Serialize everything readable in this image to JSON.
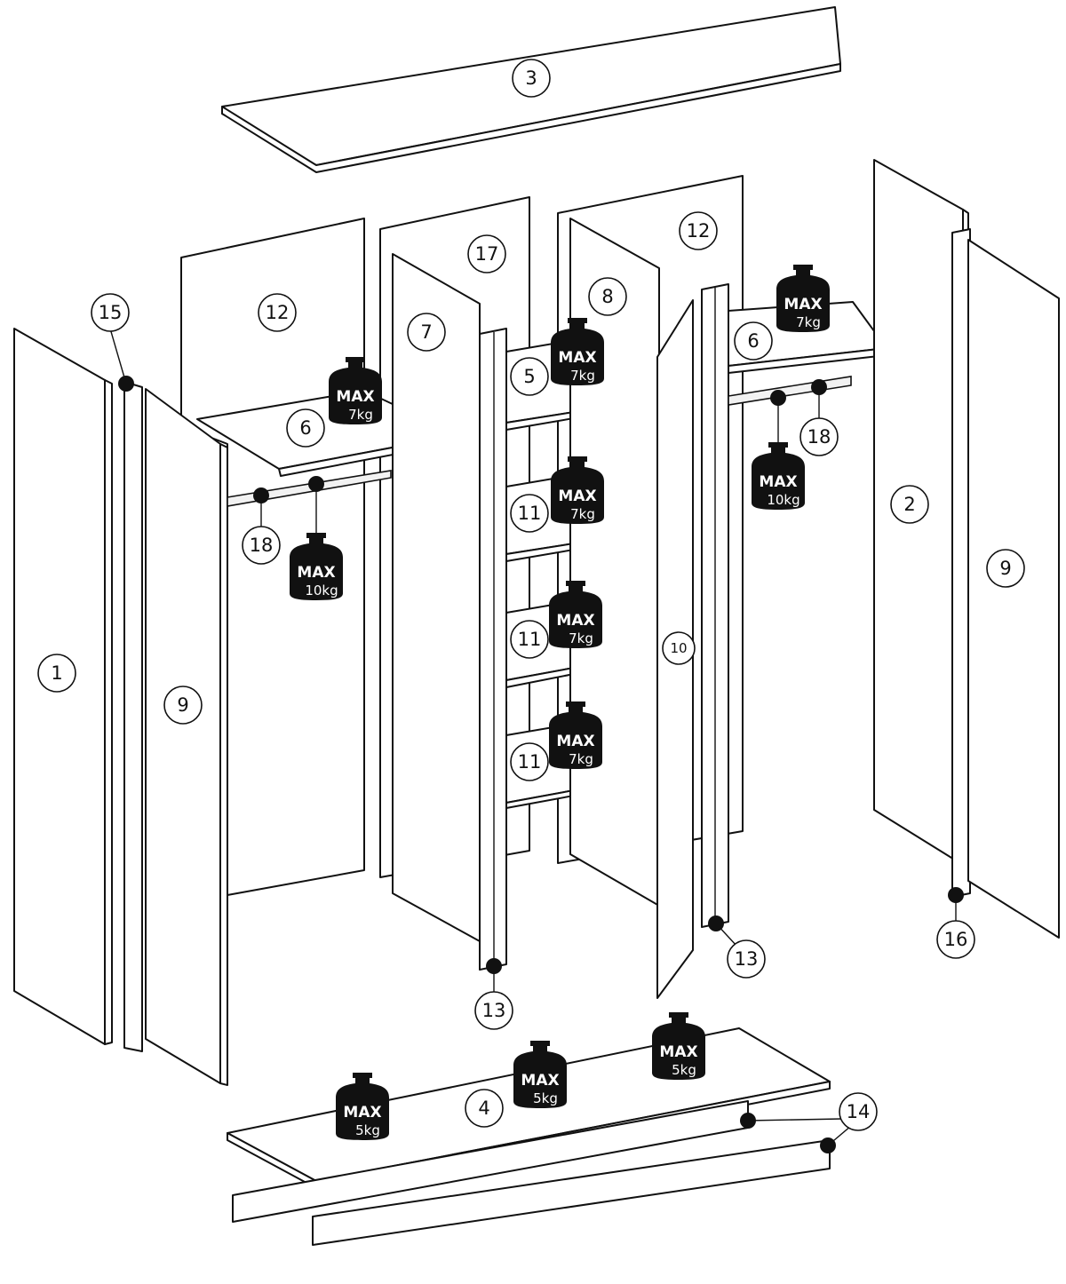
{
  "parts": [
    "1",
    "2",
    "3",
    "4",
    "5",
    "6",
    "6",
    "7",
    "8",
    "9",
    "9",
    "10",
    "11",
    "11",
    "11",
    "12",
    "12",
    "13",
    "13",
    "14",
    "15",
    "16",
    "17",
    "18",
    "18"
  ],
  "weights": {
    "max_label": "MAX",
    "shelf_top_left": "7kg",
    "shelf_5": "7kg",
    "shelf_top_right": "7kg",
    "shelf_11_a": "7kg",
    "shelf_11_b": "7kg",
    "shelf_11_c": "7kg",
    "rail_left": "10kg",
    "rail_right": "10kg",
    "bottom_left": "5kg",
    "bottom_mid": "5kg",
    "bottom_right": "5kg"
  }
}
